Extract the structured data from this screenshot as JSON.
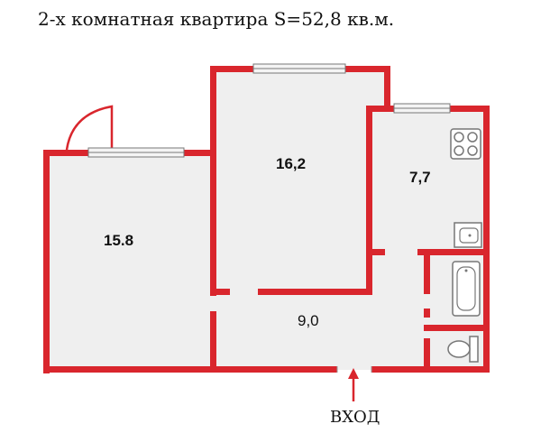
{
  "title": "2-х комнатная квартира S=52,8 кв.м.",
  "rooms": {
    "room_left": "15.8",
    "room_middle": "16,2",
    "kitchen": "7,7",
    "hall": "9,0"
  },
  "entrance_label": "ВХОД",
  "colors": {
    "wall": "#d9262d",
    "floor": "#eeeeee",
    "fixture": "#777777"
  },
  "icons": [
    "stove-icon",
    "sink-icon",
    "bathtub-icon",
    "toilet-icon",
    "window-icon",
    "entrance-arrow-icon"
  ]
}
